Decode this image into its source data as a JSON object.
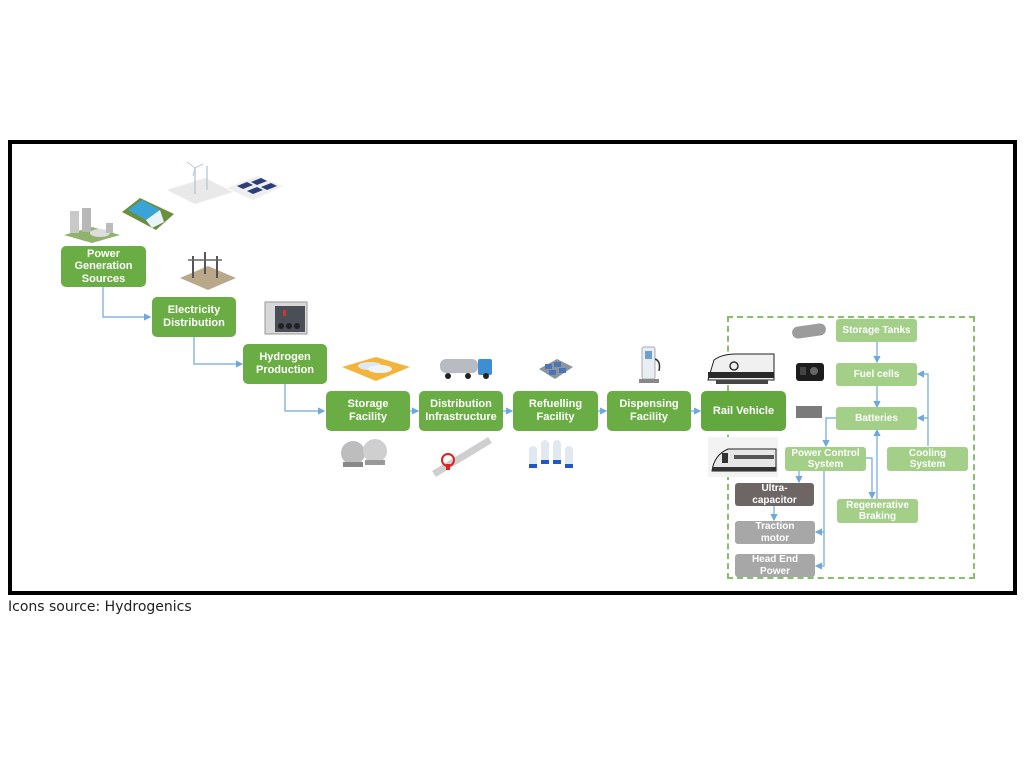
{
  "caption": "Icons source: Hydrogenics",
  "colors": {
    "main_node": "#6aad44",
    "sub_node": "#a3cf88",
    "dark_node": "#6d6665",
    "grey_node": "#a7a7a7",
    "connector": "#6fa8dc",
    "dashed_border": "#88bf6a",
    "frame": "#000000"
  },
  "chain": [
    {
      "id": "power",
      "label": "Power\nGeneration\nSources"
    },
    {
      "id": "electricity",
      "label": "Electricity\nDistribution"
    },
    {
      "id": "hydrogen",
      "label": "Hydrogen\nProduction"
    },
    {
      "id": "storage",
      "label": "Storage\nFacility"
    },
    {
      "id": "distribution",
      "label": "Distribution\nInfrastructure"
    },
    {
      "id": "refuelling",
      "label": "Refuelling\nFacility"
    },
    {
      "id": "dispensing",
      "label": "Dispensing\nFacility"
    },
    {
      "id": "rail",
      "label": "Rail Vehicle"
    }
  ],
  "vehicle_system": [
    {
      "id": "storage_tanks",
      "label": "Storage Tanks"
    },
    {
      "id": "fuel_cells",
      "label": "Fuel cells"
    },
    {
      "id": "batteries",
      "label": "Batteries"
    },
    {
      "id": "power_control",
      "label": "Power Control\nSystem"
    },
    {
      "id": "cooling",
      "label": "Cooling\nSystem"
    },
    {
      "id": "ultracap",
      "label": "Ultra-\ncapacitor"
    },
    {
      "id": "regen",
      "label": "Regenerative\nBraking"
    },
    {
      "id": "traction",
      "label": "Traction\nmotor"
    },
    {
      "id": "head_end",
      "label": "Head End\nPower"
    }
  ],
  "icons": [
    "nuclear-plant-icon",
    "hydro-dam-icon",
    "wind-turbine-icon",
    "solar-panel-icon",
    "substation-icon",
    "electrolyzer-icon",
    "storage-pallet-icon",
    "spherical-tanks-icon",
    "tanker-truck-icon",
    "pipeline-valve-icon",
    "gas-cylinder-rack-icon",
    "cylinder-bank-icon",
    "dispenser-icon",
    "locomotive-icon",
    "passenger-train-icon",
    "storage-tank-icon",
    "fuel-cell-module-icon",
    "battery-pack-icon"
  ]
}
